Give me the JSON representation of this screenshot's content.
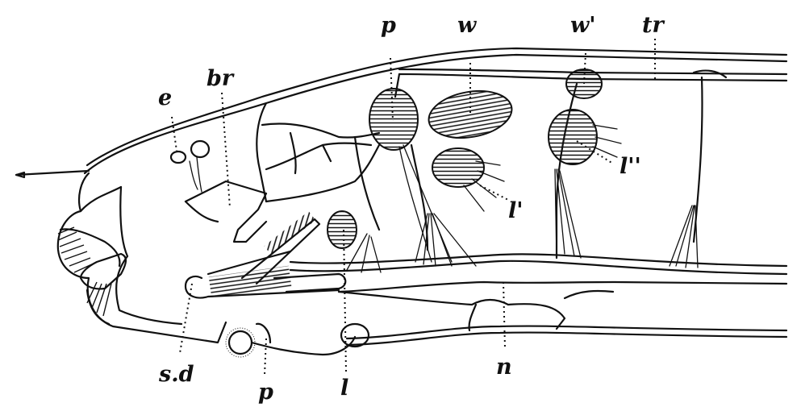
{
  "labels": {
    "e": "e",
    "br": "br",
    "p_top": "p",
    "w": "w",
    "w_prime": "w'",
    "tr": "tr",
    "l_double_prime": "l''",
    "l_prime": "l'",
    "sd": "s.d",
    "p_bottom": "p",
    "l_bottom": "l",
    "n": "n"
  }
}
